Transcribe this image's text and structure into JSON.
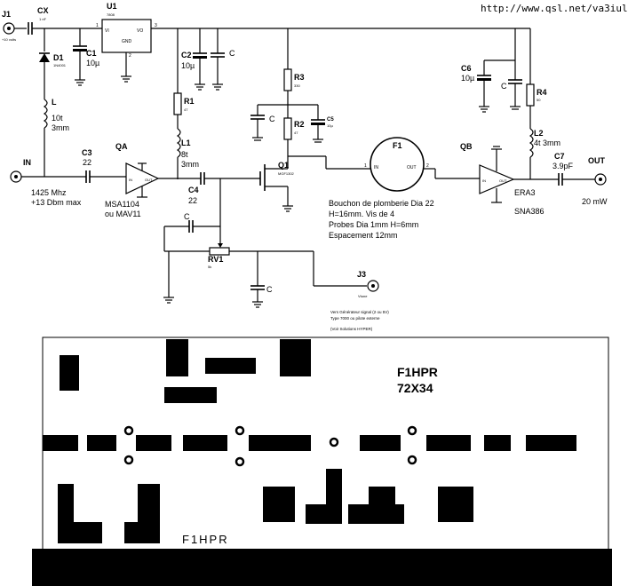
{
  "url": "http://www.qsl.net/va3iul",
  "schematic": {
    "j1": {
      "ref": "J1",
      "note": "+10 volts"
    },
    "cx": {
      "ref": "CX",
      "value": "1 nF"
    },
    "d1": {
      "ref": "D1",
      "part": "1N4001"
    },
    "c1": {
      "ref": "C1",
      "value": "10µ"
    },
    "u1": {
      "ref": "U1",
      "part": "7808",
      "pin_vi": "VI",
      "pin_vo": "VO",
      "pin_gnd": "GND",
      "pin1": "1",
      "pin2": "2",
      "pin3": "3"
    },
    "c2": {
      "ref": "C2",
      "value": "10µ"
    },
    "c_top": {
      "ref": "C"
    },
    "r1": {
      "ref": "R1",
      "value": "47"
    },
    "l1": {
      "ref": "L1",
      "value_1": "8t",
      "value_2": "3mm"
    },
    "l": {
      "ref": "L",
      "value_1": "10t",
      "value_2": "3mm"
    },
    "r3": {
      "ref": "R3",
      "value": "330"
    },
    "r2": {
      "ref": "R2",
      "value": "47"
    },
    "c5": {
      "ref": "C5",
      "value": "10µ"
    },
    "c_mid": {
      "ref": "C"
    },
    "c6": {
      "ref": "C6",
      "value": "10µ"
    },
    "c_right": {
      "ref": "C"
    },
    "r4": {
      "ref": "R4",
      "value": "50"
    },
    "l2": {
      "ref": "L2",
      "value": "4t 3mm"
    },
    "qa": {
      "ref": "QA",
      "part_1": "MSA1104",
      "part_2": "ou MAV11",
      "pin_in": "IN",
      "pin_out": "OUT"
    },
    "qb": {
      "ref": "QB",
      "part_1": "ERA3",
      "part_2": "SNA386",
      "pin_in": "IN",
      "pin_out": "OUT"
    },
    "c3": {
      "ref": "C3",
      "value": "22"
    },
    "c4": {
      "ref": "C4",
      "value": "22"
    },
    "c7": {
      "ref": "C7",
      "value": "3.9pF"
    },
    "q1": {
      "ref": "Q1",
      "part": "MGF1302"
    },
    "f1": {
      "ref": "F1",
      "pin_in": "IN",
      "pin_out": "OUT",
      "pin1": "1",
      "pin2": "2"
    },
    "rv1": {
      "ref": "RV1",
      "value": "5k"
    },
    "c_rv_top": {
      "ref": "C"
    },
    "c_rv_bot": {
      "ref": "C"
    },
    "j3": {
      "ref": "J3",
      "note": "Vtune"
    },
    "input": {
      "label": "IN",
      "spec_1": "1425 Mhz",
      "spec_2": "+13 Dbm max"
    },
    "output": {
      "label": "OUT",
      "spec": "20 mW"
    },
    "cavity_note": [
      "Bouchon de plomberie Dia 22",
      "H=16mm.  Vis de 4",
      "Probes Dia 1mm H=6mm",
      "Espacement 12mm"
    ],
    "tune_note": [
      "Vers Générateur signal (2 ou 5V)",
      "Type 7000 ou pilote externe",
      "(Voir Solutions HYPER)"
    ]
  },
  "pcb": {
    "title": "F1HPR",
    "size": "72X34",
    "footer": "F1HPR"
  }
}
